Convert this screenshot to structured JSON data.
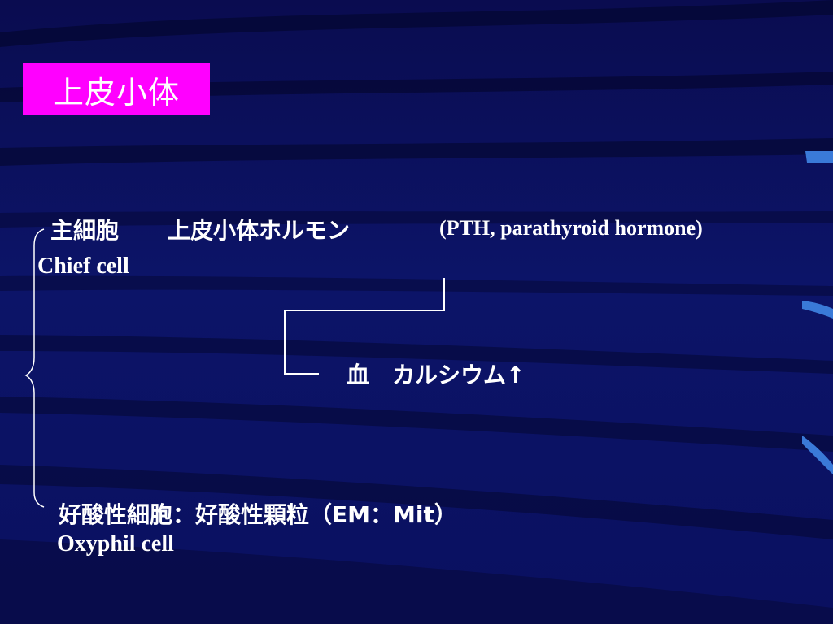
{
  "slide": {
    "title": "上皮小体",
    "chief": {
      "jp_label": "主細胞",
      "hormone_jp": "上皮小体ホルモン",
      "hormone_en": "(PTH, parathyroid hormone)",
      "en_label": "Chief cell"
    },
    "effect": {
      "text": "血　カルシウム↑"
    },
    "oxyphil": {
      "jp_label": "好酸性細胞：好酸性顆粒（EM：Mit）",
      "en_label": "Oxyphil cell"
    }
  },
  "colors": {
    "background": "#0a0e58",
    "title_box": "#ff00ff",
    "text": "#ffffff",
    "accent_stripes": "#3a7ad8"
  }
}
